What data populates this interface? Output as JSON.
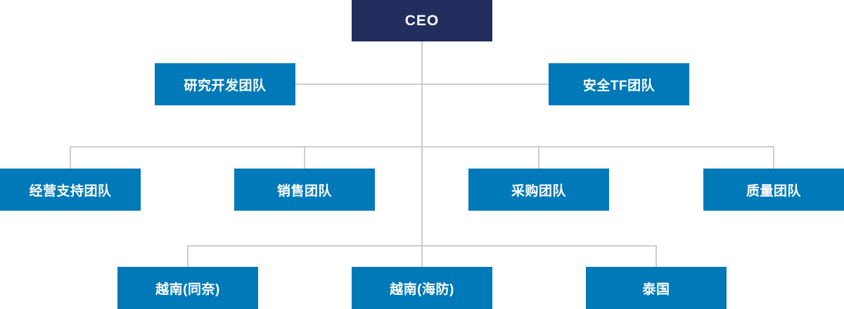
{
  "diagram": {
    "type": "org-chart",
    "root": {
      "label": "CEO"
    },
    "staff_teams": [
      {
        "label": "研究开发团队"
      },
      {
        "label": "安全TF团队"
      }
    ],
    "teams": [
      {
        "label": "经营支持团队"
      },
      {
        "label": "销售团队"
      },
      {
        "label": "采购团队"
      },
      {
        "label": "质量团队"
      }
    ],
    "overseas_sites": [
      {
        "label": "越南(同奈)"
      },
      {
        "label": "越南(海防)"
      },
      {
        "label": "泰国"
      }
    ]
  },
  "colors": {
    "ceo_box": "#222d5e",
    "team_box": "#0079b8",
    "connector_line": "#cecece",
    "text": "#ffffff",
    "background": "#ffffff"
  }
}
